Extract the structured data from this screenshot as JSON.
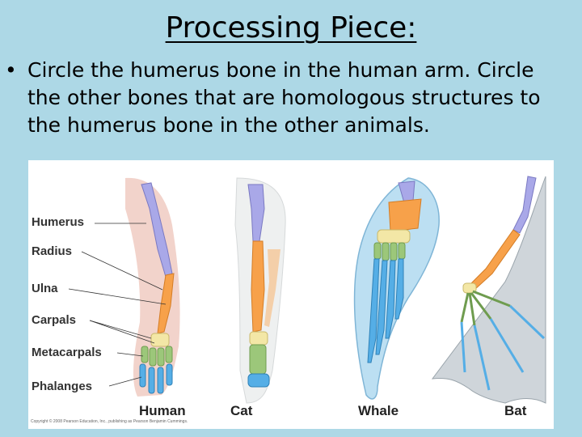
{
  "slide": {
    "title": "Processing Piece:",
    "bullet": "Circle the humerus bone in the human arm. Circle the other bones that are homologous structures to the humerus bone in the other animals."
  },
  "figure": {
    "bone_labels": [
      "Humerus",
      "Radius",
      "Ulna",
      "Carpals",
      "Metacarpals",
      "Phalanges"
    ],
    "animals": [
      "Human",
      "Cat",
      "Whale",
      "Bat"
    ],
    "copyright": "Copyright © 2008 Pearson Education, Inc., publishing as Pearson Benjamin Cummings.",
    "colors": {
      "humerus": "#a9a8e8",
      "radius_ulna": "#f7a14a",
      "carpals": "#f3e7a6",
      "metacarpals": "#9cc77a",
      "phalanges": "#55aee6",
      "human_skin": "#ecc1b5",
      "cat_fur": "#eef0f0",
      "whale_flipper": "#bcdff2",
      "bat_membrane": "#cfd5da"
    }
  }
}
